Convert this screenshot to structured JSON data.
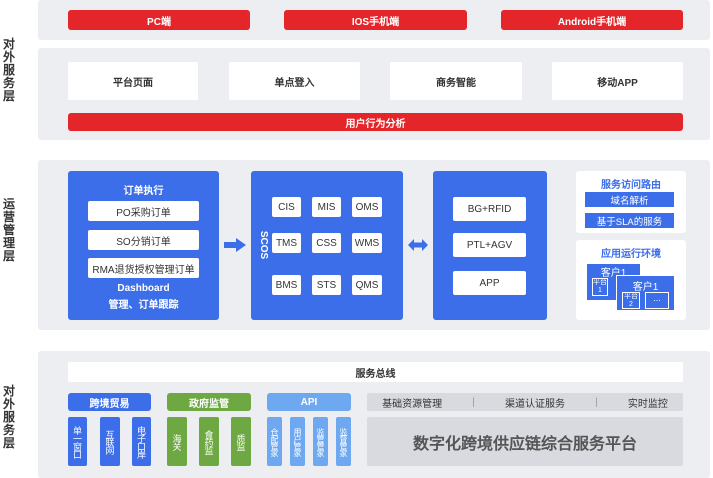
{
  "side_labels": {
    "top": "对外服务层",
    "middle": "运营管理层",
    "bottom": "对外服务层"
  },
  "clients": [
    "PC端",
    "IOS手机端",
    "Android手机端"
  ],
  "portals": [
    "平台页面",
    "单点登入",
    "商务智能",
    "移动APP"
  ],
  "analytics_bar": "用户行为分析",
  "order_exec": {
    "title": "订单执行",
    "items": [
      "PO采购订单",
      "SO分销订单",
      "RMA退货授权管理订单"
    ],
    "footer_line1": "Dashboard",
    "footer_line2": "管理、订单跟踪"
  },
  "scos": {
    "label": "SCOS",
    "modules": [
      "CIS",
      "MIS",
      "OMS",
      "TMS",
      "CSS",
      "WMS",
      "BMS",
      "STS",
      "QMS"
    ]
  },
  "integrations": [
    "BG+RFID",
    "PTL+AGV",
    "APP"
  ],
  "routing": {
    "title": "服务访问路由",
    "items": [
      "域名解析",
      "基于SLA的服务"
    ]
  },
  "runtime": {
    "title": "应用运行环境",
    "client1": "客户1",
    "client2": "客户1",
    "platform1": "平台1",
    "platform2": "平台2",
    "ellipsis": "..."
  },
  "service_bus": "服务总线",
  "cross_border": {
    "title": "跨境贸易",
    "items": [
      "单一窗口",
      "互联网",
      "电子口岸"
    ]
  },
  "gov": {
    "title": "政府监管",
    "items": [
      "海关",
      "食药监",
      "质监"
    ]
  },
  "api": {
    "title": "API",
    "items": [
      "仓配管家",
      "用户管家",
      "监管管家",
      "监督管家"
    ]
  },
  "base_services": [
    "基础资源管理",
    "渠道认证服务",
    "实时监控"
  ],
  "platform_title": "数字化跨境供应链综合服务平台",
  "colors": {
    "red": "#e4262b",
    "blue": "#3b6ee8",
    "green": "#6da843",
    "light_blue": "#6ea8f0",
    "band_gray": "#eceef2"
  }
}
